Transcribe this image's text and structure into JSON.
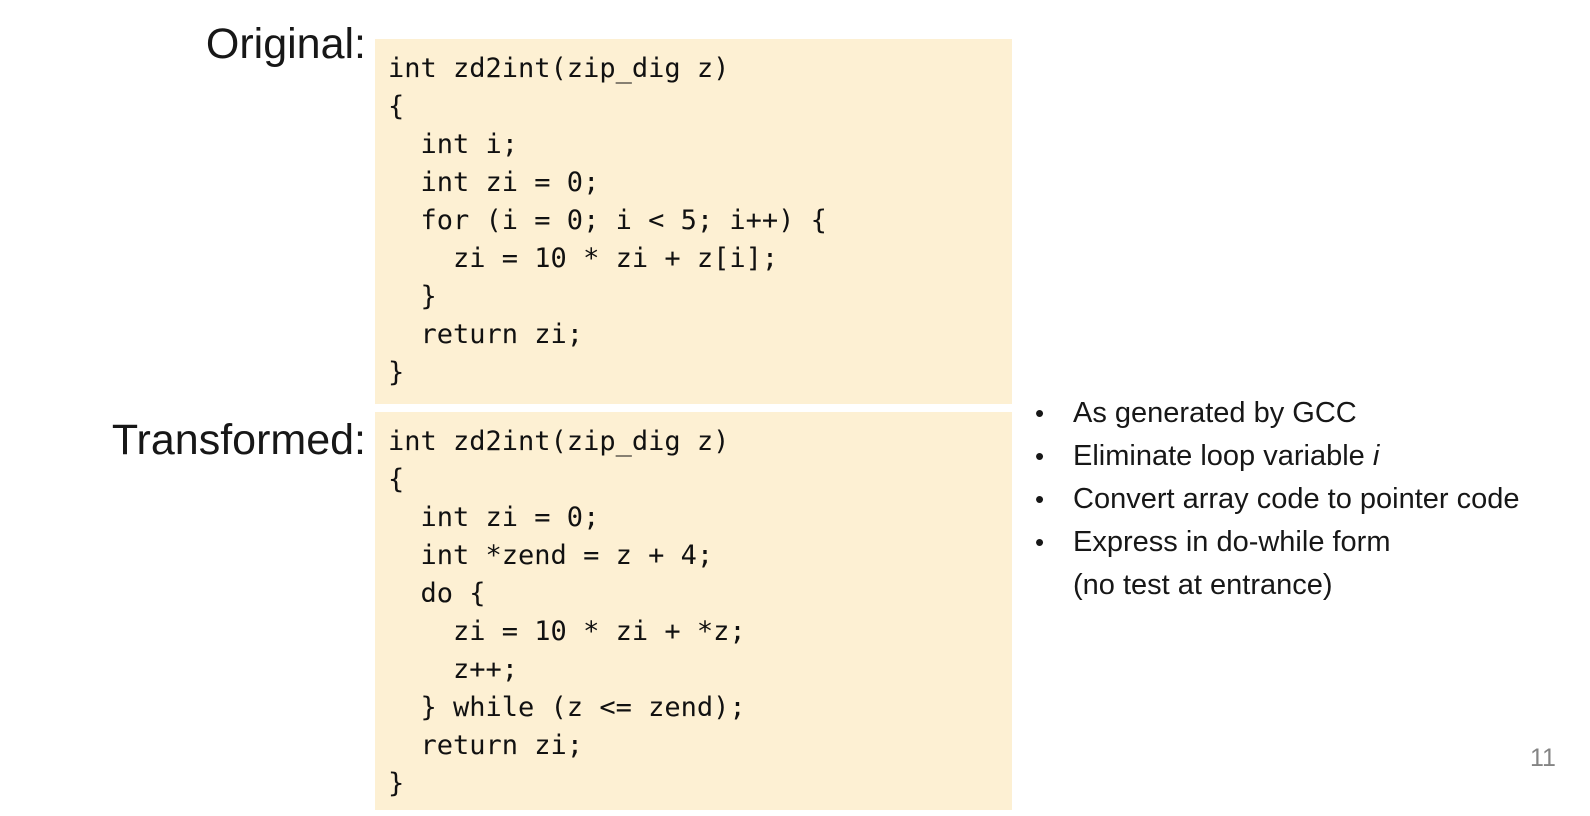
{
  "slide": {
    "labels": {
      "original": "Original:",
      "transformed": "Transformed:"
    },
    "code_original": [
      "int zd2int(zip_dig z)",
      "{",
      "  int i;",
      "  int zi = 0;",
      "  for (i = 0; i < 5; i++) {",
      "    zi = 10 * zi + z[i];",
      "  }",
      "  return zi;",
      "}"
    ],
    "code_transformed": [
      "int zd2int(zip_dig z)",
      "{",
      "  int zi = 0;",
      "  int *zend = z + 4;",
      "  do {",
      "    zi = 10 * zi + *z;",
      "    z++;",
      "  } while (z <= zend);",
      "  return zi;",
      "}"
    ],
    "bullets": {
      "marker": "•",
      "items": [
        {
          "text": "As generated by GCC",
          "italic": "",
          "note": ""
        },
        {
          "text": "Eliminate loop variable ",
          "italic": "i",
          "note": ""
        },
        {
          "text": "Convert array code to pointer code",
          "italic": "",
          "note": ""
        },
        {
          "text": "Express in do-while form",
          "italic": "",
          "note": "(no test at entrance)"
        }
      ]
    },
    "page_number": "11",
    "colors": {
      "code_background": "#FDF0D3",
      "body_text": "#171717",
      "page_number_text": "#848484",
      "slide_background": "#ffffff"
    }
  }
}
